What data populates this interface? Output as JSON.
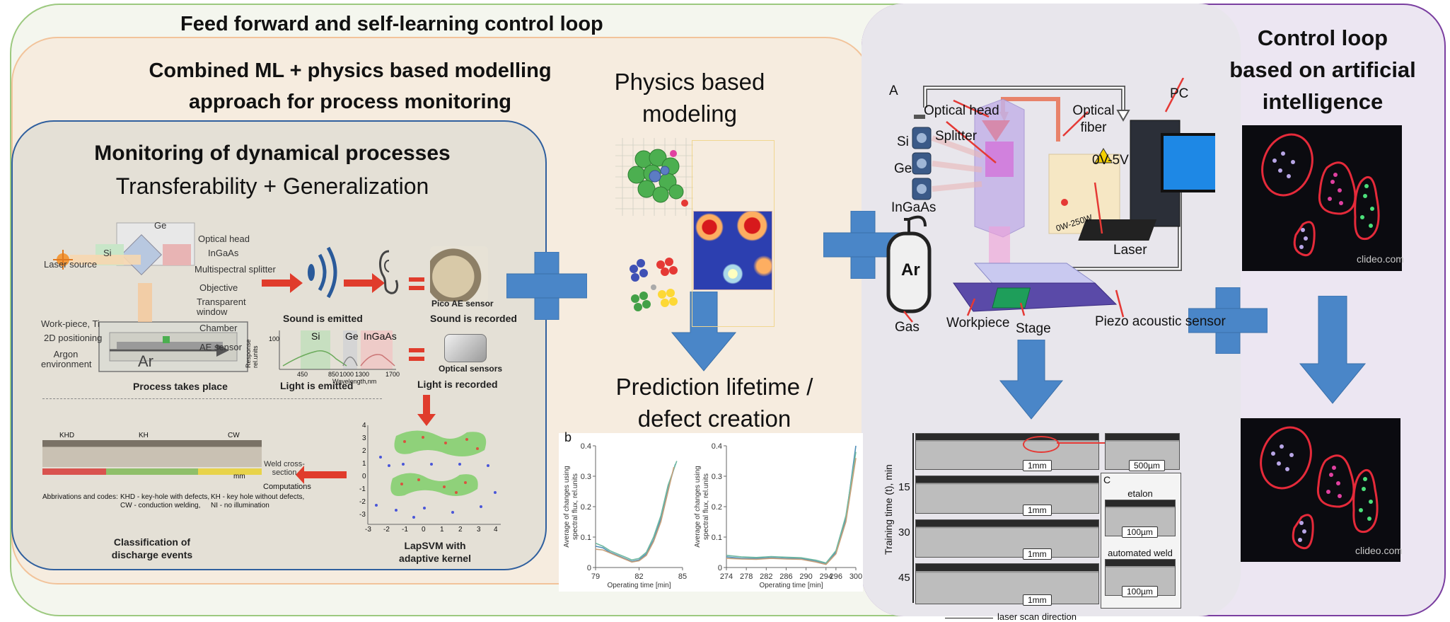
{
  "titles": {
    "outer_loop": "Feed forward and self-learning control loop",
    "combined_line1": "Combined ML + physics based modelling",
    "combined_line2": "approach for process monitoring",
    "monitoring_title": "Monitoring of dynamical processes",
    "monitoring_subtitle": "Transferability + Generalization",
    "physics_line1": "Physics based",
    "physics_line2": "modeling",
    "prediction_line1": "Prediction lifetime /",
    "prediction_line2": "defect creation",
    "control_line1": "Control loop",
    "control_line2": "based on artificial",
    "control_line3": "intelligence"
  },
  "monitoring_figure": {
    "setup_labels": [
      "Ge",
      "Optical head",
      "Si",
      "InGaAs",
      "Laser source",
      "Multispectral splitter",
      "Objective",
      "Transparent window",
      "Chamber",
      "Work-piece, Ti",
      "2D positioning",
      "AE sensor",
      "Argon environment",
      "Ar"
    ],
    "process_caption": "Process takes place",
    "sound_emitted": "Sound is emitted",
    "sound_recorded": "Sound is recorded",
    "pico_sensor": "Pico AE sensor",
    "light_emitted": "Light is emitted",
    "light_recorded": "Light is recorded",
    "optical_sensors": "Optical sensors",
    "spectrum": {
      "ylabel": "Response rel.units",
      "y_tick": "100",
      "x_ticks": [
        "450",
        "850",
        "1000",
        "1300",
        "1700"
      ],
      "xlabel": "Wavelength,nm",
      "bands": [
        "Si",
        "Ge",
        "InGaAs"
      ]
    },
    "weld_bar": {
      "segments": [
        "KHD",
        "KH",
        "CW"
      ],
      "side_label": "Weld cross-section",
      "computations": "Computations",
      "mm": "mm",
      "legend_line1_a": "KHD - key-hole with defects,",
      "legend_line1_b": "KH - key hole without defects,",
      "legend_line2_a": "CW - conduction welding,",
      "legend_line2_b": "NI   - no illumination",
      "legend_prefix": "Abbrivations and codes:"
    },
    "classification_line1": "Classification of",
    "classification_line2": "discharge events",
    "lapsvm_line1": "LapSVM with",
    "lapsvm_line2": "adaptive kernel",
    "scatter_x_ticks": [
      "-3",
      "-2",
      "-1",
      "0",
      "1",
      "2",
      "3",
      "4"
    ],
    "scatter_y_ticks": [
      "4",
      "3",
      "2",
      "1",
      "0",
      "-1",
      "-2",
      "-3"
    ]
  },
  "prediction_charts": {
    "panel_label": "b",
    "charts": [
      {
        "type": "line",
        "ylabel": "Average of changes using spectral flux, rel.units",
        "xlabel": "Operating time [min]",
        "x_ticks": [
          "79",
          "82",
          "85"
        ],
        "y_ticks": [
          "0",
          "0.1",
          "0.2",
          "0.3",
          "0.4"
        ],
        "xlim": [
          79,
          85
        ],
        "ylim": [
          0,
          0.4
        ],
        "series": [
          {
            "x": [
              79,
              79.5,
              80,
              80.5,
              81,
              81.5,
              82,
              82.5,
              83,
              83.5,
              84,
              84.5
            ],
            "y": [
              0.07,
              0.065,
              0.05,
              0.04,
              0.03,
              0.02,
              0.025,
              0.045,
              0.09,
              0.16,
              0.26,
              0.34
            ]
          },
          {
            "x": [
              79,
              79.5,
              80,
              80.5,
              81,
              81.5,
              82,
              82.5,
              83,
              83.5,
              84,
              84.6
            ],
            "y": [
              0.08,
              0.07,
              0.055,
              0.045,
              0.035,
              0.025,
              0.03,
              0.05,
              0.1,
              0.17,
              0.27,
              0.35
            ]
          },
          {
            "x": [
              79,
              79.5,
              80,
              80.5,
              81,
              81.5,
              82,
              82.5,
              83,
              83.5,
              84,
              84.4
            ],
            "y": [
              0.06,
              0.058,
              0.048,
              0.038,
              0.028,
              0.018,
              0.022,
              0.04,
              0.085,
              0.15,
              0.25,
              0.33
            ]
          }
        ]
      },
      {
        "type": "line",
        "ylabel": "Average of changes using spectral flux, rel.units",
        "xlabel": "Operating time [min]",
        "x_ticks": [
          "274",
          "278",
          "282",
          "286",
          "290",
          "294",
          "296",
          "300"
        ],
        "y_ticks": [
          "0",
          "0.1",
          "0.2",
          "0.3",
          "0.4"
        ],
        "xlim": [
          274,
          300
        ],
        "ylim": [
          0,
          0.4
        ],
        "series": [
          {
            "x": [
              274,
              277,
              280,
              283,
              286,
              289,
              292,
              294,
              296,
              298,
              300
            ],
            "y": [
              0.035,
              0.03,
              0.03,
              0.032,
              0.03,
              0.03,
              0.02,
              0.012,
              0.05,
              0.16,
              0.4
            ]
          },
          {
            "x": [
              274,
              277,
              280,
              283,
              286,
              289,
              292,
              294,
              296,
              298,
              300
            ],
            "y": [
              0.04,
              0.035,
              0.033,
              0.036,
              0.034,
              0.032,
              0.024,
              0.015,
              0.055,
              0.17,
              0.38
            ]
          },
          {
            "x": [
              274,
              277,
              280,
              283,
              286,
              289,
              292,
              294,
              296,
              298,
              300
            ],
            "y": [
              0.03,
              0.028,
              0.027,
              0.03,
              0.028,
              0.027,
              0.018,
              0.01,
              0.045,
              0.15,
              0.36
            ]
          }
        ]
      }
    ]
  },
  "setup_figure": {
    "panel_label": "A",
    "labels": {
      "optical_head": "Optical head",
      "optical_fiber_1": "Optical",
      "optical_fiber_2": "fiber",
      "pc": "PC",
      "splitter": "Splitter",
      "si": "Si",
      "ge": "Ge",
      "ingaas": "InGaAs",
      "voltage": "0V-5V",
      "laser_power": "0W-250W",
      "laser": "Laser",
      "ar": "Ar",
      "gas": "Gas",
      "workpiece": "Workpiece",
      "stage": "Stage",
      "piezo": "Piezo acoustic sensor"
    }
  },
  "micrographs": {
    "ylabel": "Training time (t), min",
    "y_ticks": [
      "15",
      "30",
      "45"
    ],
    "scale_1mm": "1mm",
    "scale_500": "500µm",
    "scale_100": "100µm",
    "panel_c": "C",
    "etalon": "etalon",
    "automated_weld": "automated weld",
    "scan_direction": "laser scan direction"
  },
  "ai_images": {
    "watermark": "clideo.com"
  },
  "colors": {
    "arrow_blue": "#4a86c8",
    "outer_border": "#9cc97f",
    "orange_border": "#f2c39a",
    "blue_border": "#2f5f9e",
    "purple_border": "#7a3ea0",
    "red_arrow": "#e03c2c"
  }
}
